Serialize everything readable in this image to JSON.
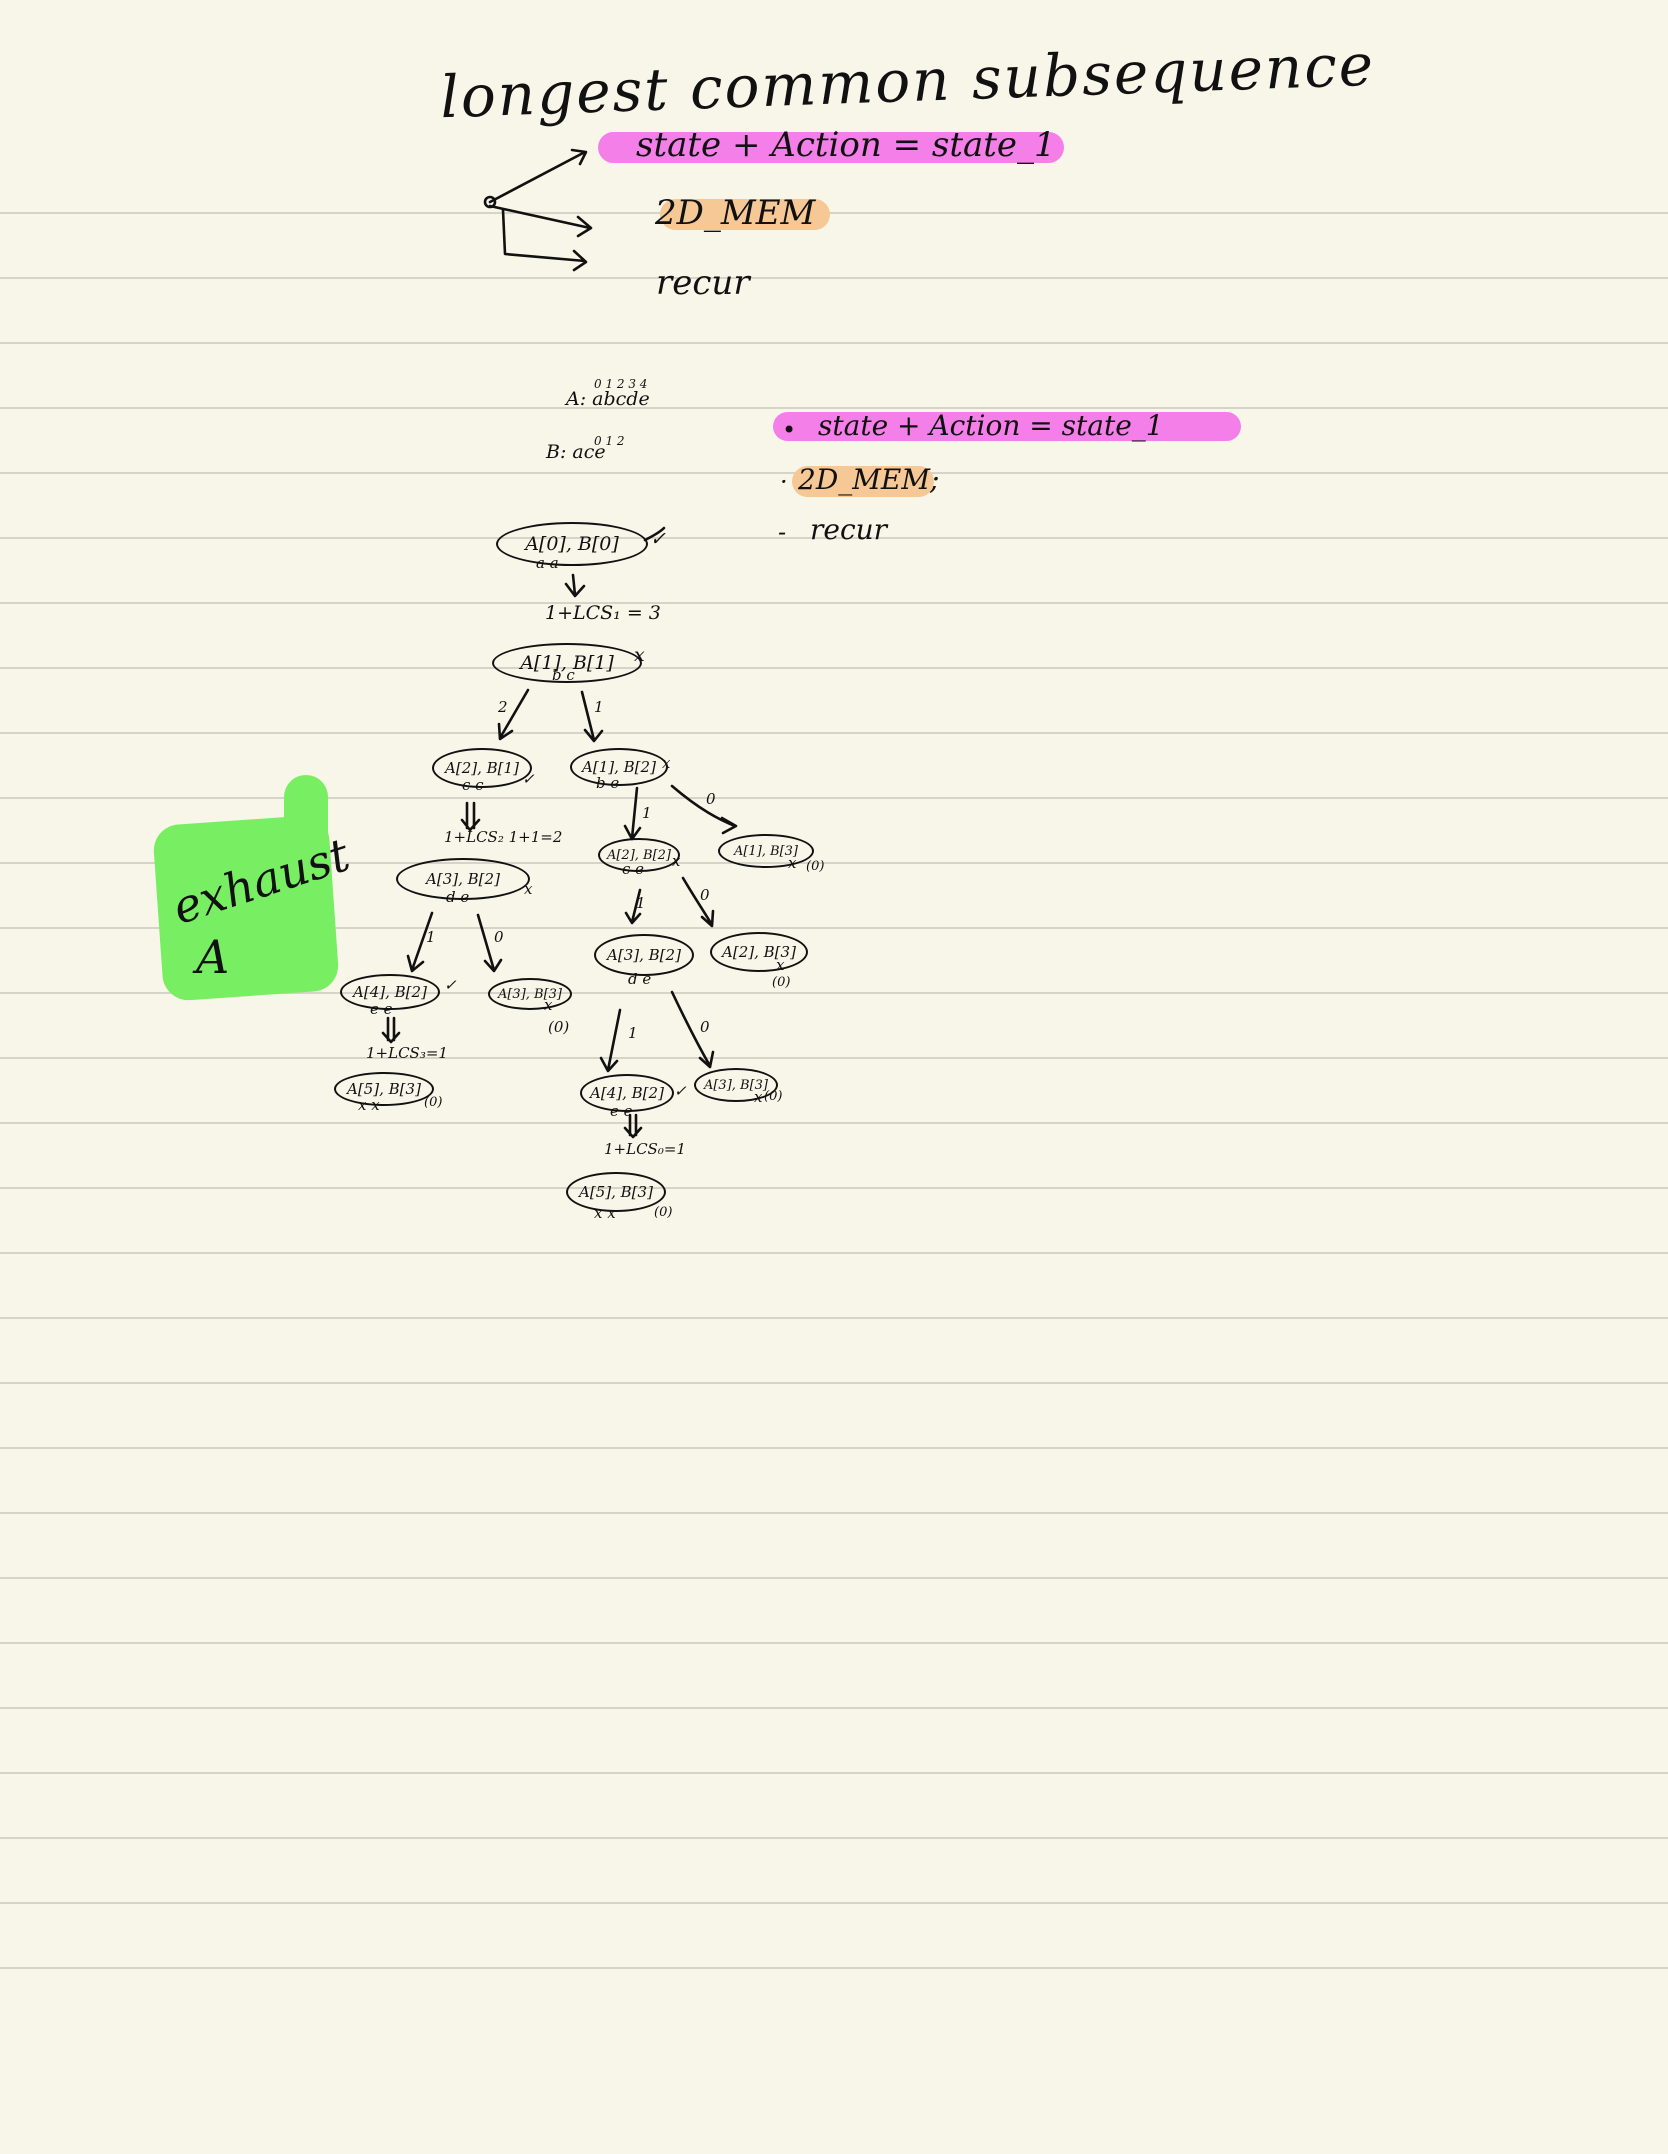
{
  "title": "longest common subsequence",
  "top_list": {
    "item1": "state + Action = state_1",
    "item2": "2D_MEM",
    "item3": "recur"
  },
  "strings": {
    "a_indices": "0 1 2 3 4",
    "a_line": "A: abcde",
    "b_indices": "0 1 2",
    "b_line": "B: ace"
  },
  "side_list": {
    "item1": "state + Action = state_1",
    "item2": "2D_MEM;",
    "item3": "recur"
  },
  "green_note": {
    "line1": "exhaust",
    "line2": "A"
  },
  "tree": {
    "n0": {
      "label": "A[0], B[0]",
      "chars": "a      a",
      "mark": "✓"
    },
    "e0_note": "1+LCS₁ = 3",
    "n1": {
      "label": "A[1], B[1]",
      "chars": "b   c",
      "mark": "x"
    },
    "e1_left": "2",
    "e1_right": "1",
    "n2": {
      "label": "A[2], B[1]",
      "chars": "c     c",
      "mark": "✓"
    },
    "n3": {
      "label": "A[1], B[2]",
      "chars": "b      e",
      "mark": "x"
    },
    "e2_note": "1+LCS₂ 1+1=2",
    "n4": {
      "label": "A[3], B[2]",
      "chars": "d      e",
      "mark": "x"
    },
    "e4_left": "1",
    "e4_right": "0",
    "n5": {
      "label": "A[4], B[2]",
      "chars": "e   e",
      "mark": "✓"
    },
    "n6": {
      "label": "A[3], B[3]",
      "chars": "x",
      "zero": "(0)"
    },
    "e5_note": "1+LCS₃=1",
    "n7": {
      "label": "A[5], B[3]",
      "chars": "x      x",
      "zero": "(0)"
    },
    "e3_left": "1",
    "e3_right": "0",
    "n8": {
      "label": "A[2], B[2]",
      "chars": "c     e",
      "mark": "x"
    },
    "n9": {
      "label": "A[1], B[3]",
      "chars": "x",
      "zero": "(0)"
    },
    "e8_left": "1",
    "e8_right": "0",
    "n10": {
      "label": "A[3], B[2]",
      "chars": "d    e"
    },
    "n11": {
      "label": "A[2], B[3]",
      "chars": "x",
      "zero": "(0)"
    },
    "e10_left": "1",
    "e10_right": "0",
    "n12": {
      "label": "A[4], B[2]",
      "chars": "e  e",
      "mark": "✓"
    },
    "n13": {
      "label": "A[3], B[3]",
      "chars": "x",
      "zero": "(0)"
    },
    "e12_note": "1+LCS₀=1",
    "n14": {
      "label": "A[5], B[3]",
      "chars": "x      x",
      "zero": "(0)"
    }
  }
}
